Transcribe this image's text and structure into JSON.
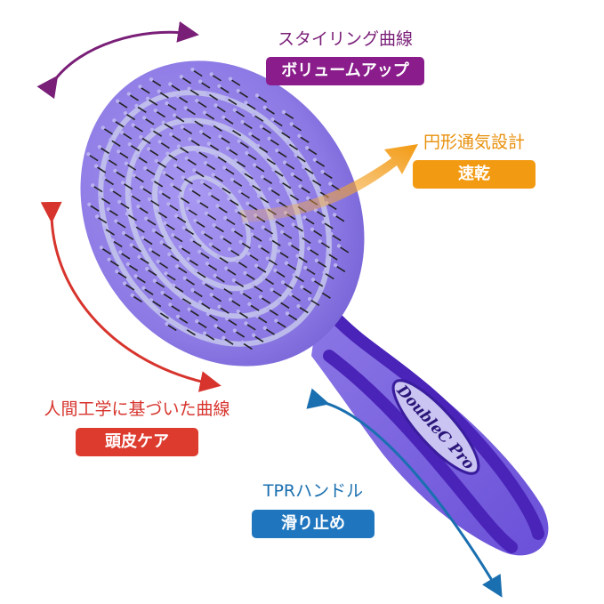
{
  "callouts": {
    "volume": {
      "heading": "スタイリング曲線",
      "badge": "ボリュームアップ",
      "color": "#8a1c8b"
    },
    "quick_dry": {
      "heading": "円形通気設計",
      "badge": "速乾",
      "color": "#f29a12"
    },
    "scalp": {
      "heading": "人間工学に基づいた曲線",
      "badge": "頭皮ケア",
      "color": "#dc3b2e"
    },
    "grip": {
      "heading": "TPRハンドル",
      "badge": "滑り止め",
      "color": "#1f76bf"
    }
  },
  "product": {
    "brand_logo": "DoubleC Pro",
    "body_color": "#8f7be6",
    "handle_color": "#5a2fc9"
  }
}
